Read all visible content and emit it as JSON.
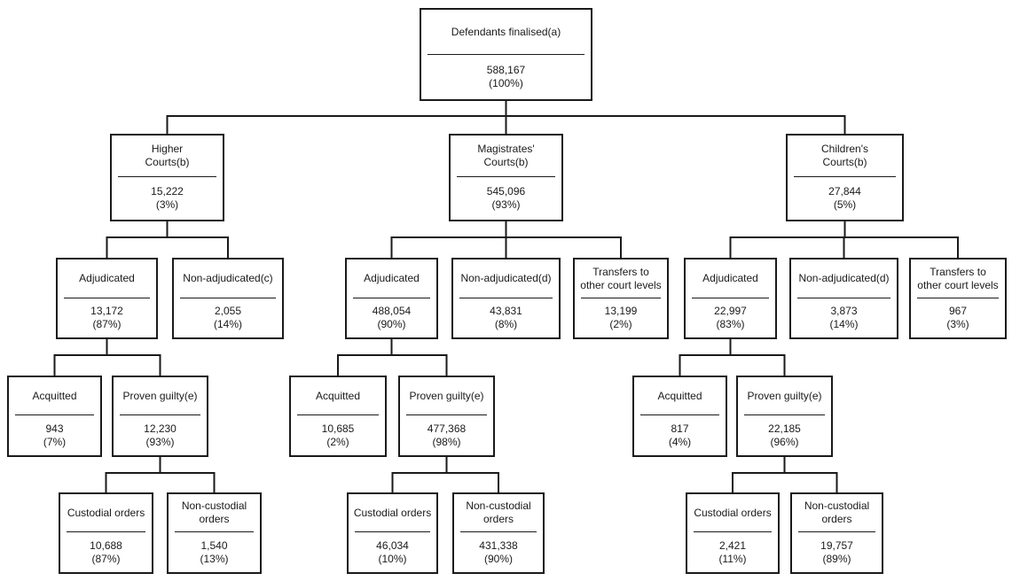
{
  "nodes": {
    "root": {
      "label": [
        "Defendants finalised(a)"
      ],
      "value": "588,167",
      "pct": "(100%)"
    },
    "higher": {
      "label": [
        "Higher",
        "Courts(b)"
      ],
      "value": "15,222",
      "pct": "(3%)"
    },
    "mag": {
      "label": [
        "Magistrates'",
        "Courts(b)"
      ],
      "value": "545,096",
      "pct": "(93%)"
    },
    "child": {
      "label": [
        "Children's",
        "Courts(b)"
      ],
      "value": "27,844",
      "pct": "(5%)"
    },
    "h_adj": {
      "label": [
        "Adjudicated"
      ],
      "value": "13,172",
      "pct": "(87%)"
    },
    "h_nonadj": {
      "label": [
        "Non-adjudicated(c)"
      ],
      "value": "2,055",
      "pct": "(14%)"
    },
    "m_adj": {
      "label": [
        "Adjudicated"
      ],
      "value": "488,054",
      "pct": "(90%)"
    },
    "m_nonadj": {
      "label": [
        "Non-adjudicated(d)"
      ],
      "value": "43,831",
      "pct": "(8%)"
    },
    "m_transfer": {
      "label": [
        "Transfers to",
        "other court levels"
      ],
      "value": "13,199",
      "pct": "(2%)"
    },
    "c_adj": {
      "label": [
        "Adjudicated"
      ],
      "value": "22,997",
      "pct": "(83%)"
    },
    "c_nonadj": {
      "label": [
        "Non-adjudicated(d)"
      ],
      "value": "3,873",
      "pct": "(14%)"
    },
    "c_transfer": {
      "label": [
        "Transfers to",
        "other court levels"
      ],
      "value": "967",
      "pct": "(3%)"
    },
    "h_acq": {
      "label": [
        "Acquitted"
      ],
      "value": "943",
      "pct": "(7%)"
    },
    "h_guilty": {
      "label": [
        "Proven guilty(e)"
      ],
      "value": "12,230",
      "pct": "(93%)"
    },
    "m_acq": {
      "label": [
        "Acquitted"
      ],
      "value": "10,685",
      "pct": "(2%)"
    },
    "m_guilty": {
      "label": [
        "Proven guilty(e)"
      ],
      "value": "477,368",
      "pct": "(98%)"
    },
    "c_acq": {
      "label": [
        "Acquitted"
      ],
      "value": "817",
      "pct": "(4%)"
    },
    "c_guilty": {
      "label": [
        "Proven guilty(e)"
      ],
      "value": "22,185",
      "pct": "(96%)"
    },
    "h_custodial": {
      "label": [
        "Custodial orders"
      ],
      "value": "10,688",
      "pct": "(87%)"
    },
    "h_noncustodial": {
      "label": [
        "Non-custodial",
        "orders"
      ],
      "value": "1,540",
      "pct": "(13%)"
    },
    "m_custodial": {
      "label": [
        "Custodial orders"
      ],
      "value": "46,034",
      "pct": "(10%)"
    },
    "m_noncustodial": {
      "label": [
        "Non-custodial",
        "orders"
      ],
      "value": "431,338",
      "pct": "(90%)"
    },
    "c_custodial": {
      "label": [
        "Custodial orders"
      ],
      "value": "2,421",
      "pct": "(11%)"
    },
    "c_noncustodial": {
      "label": [
        "Non-custodial",
        "orders"
      ],
      "value": "19,757",
      "pct": "(89%)"
    }
  },
  "edges": [
    [
      "root",
      "higher"
    ],
    [
      "root",
      "mag"
    ],
    [
      "root",
      "child"
    ],
    [
      "higher",
      "h_adj"
    ],
    [
      "higher",
      "h_nonadj"
    ],
    [
      "mag",
      "m_adj"
    ],
    [
      "mag",
      "m_nonadj"
    ],
    [
      "mag",
      "m_transfer"
    ],
    [
      "child",
      "c_adj"
    ],
    [
      "child",
      "c_nonadj"
    ],
    [
      "child",
      "c_transfer"
    ],
    [
      "h_adj",
      "h_acq"
    ],
    [
      "h_adj",
      "h_guilty"
    ],
    [
      "m_adj",
      "m_acq"
    ],
    [
      "m_adj",
      "m_guilty"
    ],
    [
      "c_adj",
      "c_acq"
    ],
    [
      "c_adj",
      "c_guilty"
    ],
    [
      "h_guilty",
      "h_custodial"
    ],
    [
      "h_guilty",
      "h_noncustodial"
    ],
    [
      "m_guilty",
      "m_custodial"
    ],
    [
      "m_guilty",
      "m_noncustodial"
    ],
    [
      "c_guilty",
      "c_custodial"
    ],
    [
      "c_guilty",
      "c_noncustodial"
    ]
  ]
}
